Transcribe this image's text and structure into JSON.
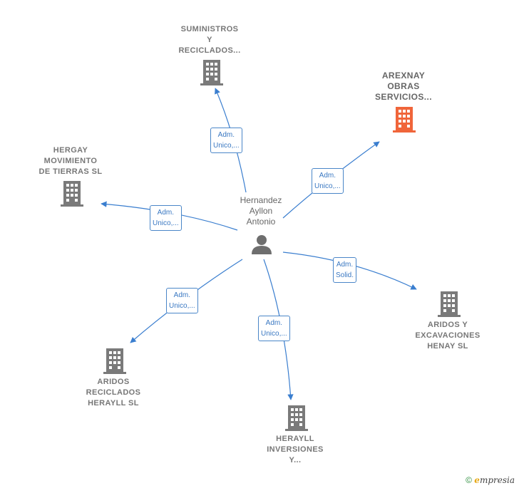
{
  "center": {
    "label_lines": [
      "Hernandez",
      "Ayllon",
      "Antonio"
    ]
  },
  "nodes": [
    {
      "id": "suministros",
      "label_lines": [
        "SUMINISTROS",
        "Y",
        "RECICLADOS..."
      ],
      "highlight": false
    },
    {
      "id": "arexnay",
      "label_lines": [
        "AREXNAY",
        "OBRAS",
        "SERVICIOS..."
      ],
      "highlight": true
    },
    {
      "id": "hergay",
      "label_lines": [
        "HERGAY",
        "MOVIMIENTO",
        "DE TIERRAS SL"
      ],
      "highlight": false
    },
    {
      "id": "aridos-excavaciones",
      "label_lines": [
        "ARIDOS Y",
        "EXCAVACIONES",
        "HENAY SL"
      ],
      "highlight": false
    },
    {
      "id": "aridos-reciclados",
      "label_lines": [
        "ARIDOS",
        "RECICLADOS",
        "HERAYLL  SL"
      ],
      "highlight": false
    },
    {
      "id": "herayll-inversiones",
      "label_lines": [
        "HERAYLL",
        "INVERSIONES",
        "Y..."
      ],
      "highlight": false
    }
  ],
  "edges": [
    {
      "target": "suministros",
      "label_lines": [
        "Adm.",
        "Unico,..."
      ]
    },
    {
      "target": "arexnay",
      "label_lines": [
        "Adm.",
        "Unico,..."
      ]
    },
    {
      "target": "hergay",
      "label_lines": [
        "Adm.",
        "Unico,..."
      ]
    },
    {
      "target": "aridos-excavaciones",
      "label_lines": [
        "Adm.",
        "Solid."
      ]
    },
    {
      "target": "aridos-reciclados",
      "label_lines": [
        "Adm.",
        "Unico,..."
      ]
    },
    {
      "target": "herayll-inversiones",
      "label_lines": [
        "Adm.",
        "Unico,..."
      ]
    }
  ],
  "colors": {
    "edge": "#3a7ecf",
    "building": "#7a7a7a",
    "building_highlight": "#f0653a",
    "person": "#6e6e6e"
  },
  "footer": {
    "copyright": "©",
    "brand_e": "e",
    "brand_rest": "mpresia"
  }
}
